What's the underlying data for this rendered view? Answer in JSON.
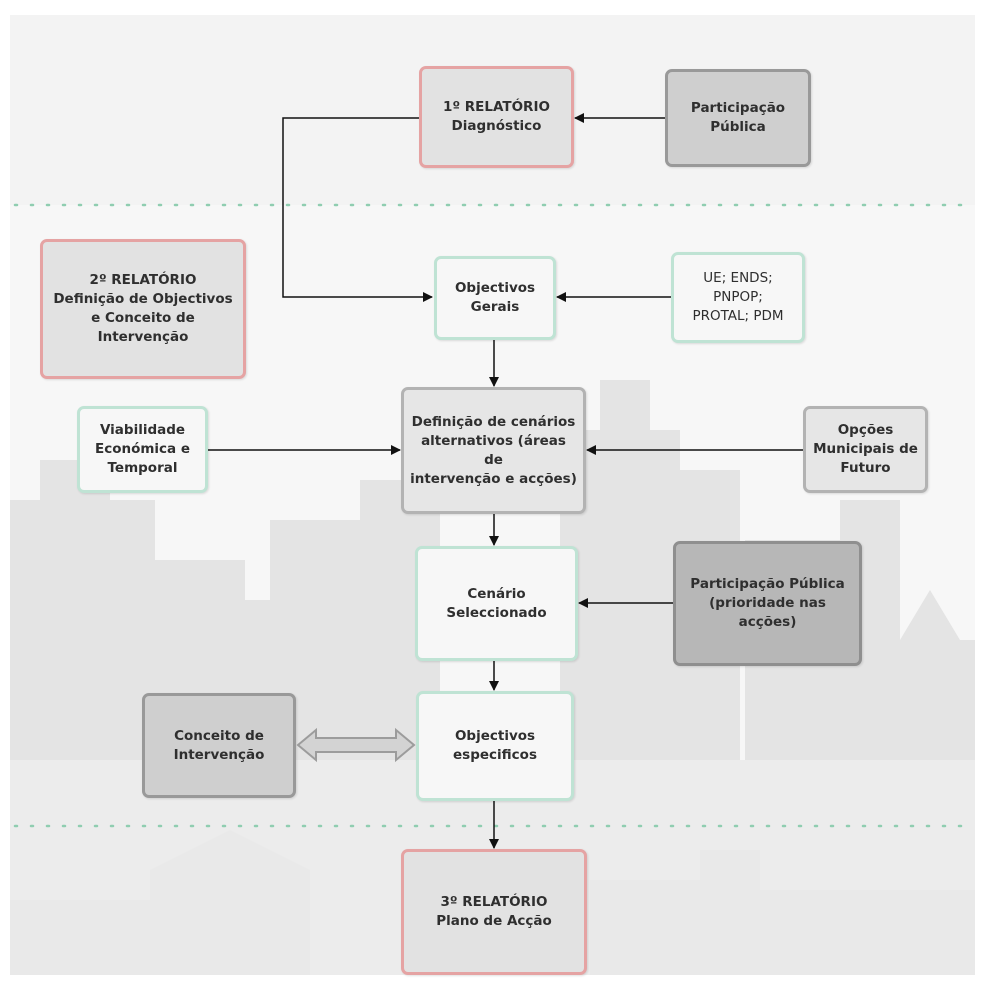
{
  "nodes": {
    "report1": "1º RELATÓRIO\nDiagnóstico",
    "participacao_top": "Participação\nPública",
    "report2": "2º RELATÓRIO\nDefinição de Objectivos\ne Conceito de\nIntervenção",
    "objectivos_gerais": "Objectivos\nGerais",
    "ue_ends": "UE; ENDS;\nPNPOP;\nPROTAL; PDM",
    "viabilidade": "Viabilidade\nEconómica e\nTemporal",
    "definicao_cenarios": "Definição de cenários\nalternativos (áreas de\nintervenção e acções)",
    "opcoes_municipais": "Opções\nMunicipais de\nFuturo",
    "cenario_seleccionado": "Cenário\nSeleccionado",
    "participacao_prioridade": "Participação Pública\n(prioridade nas\nacções)",
    "conceito_intervencao": "Conceito de\nIntervenção",
    "objectivos_especificos": "Objectivos\nespecificos",
    "report3": "3º RELATÓRIO\nPlano de Acção"
  },
  "colors": {
    "report_border": "#e5a3a3",
    "green_border": "#bfe3d4",
    "grey_border": "#b3b3b3",
    "dotted_separator": "#8fcdb0",
    "arrow": "#111111"
  }
}
